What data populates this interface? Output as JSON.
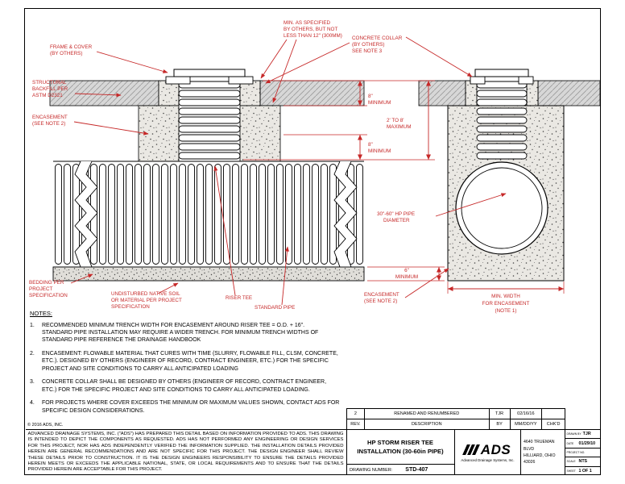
{
  "page": {
    "copyright": "© 2016 ADS, INC.",
    "notes_heading": "NOTES:",
    "notes": [
      {
        "num": "1.",
        "text": "RECOMMENDED MINIMUM TRENCH WIDTH FOR ENCASEMENT AROUND RISER TEE = O.D. + 16\".\nSTANDARD PIPE INSTALLATION MAY REQUIRE A WIDER TRENCH. FOR MINIMUM TRENCH WIDTHS OF\nSTANDARD PIPE REFERENCE THE DRAINAGE HANDBOOK"
      },
      {
        "num": "2.",
        "text": "ENCASEMENT: FLOWABLE MATERIAL THAT CURES WITH TIME (SLURRY, FLOWABLE FILL, CLSM, CONCRETE,\nETC.). DESIGNED BY OTHERS (ENGINEER OF RECORD, CONTRACT ENGINEER, ETC.) FOR THE SPECIFIC\nPROJECT AND SITE CONDITIONS TO CARRY ALL ANTICIPATED LOADING"
      },
      {
        "num": "3.",
        "text": "CONCRETE COLLAR SHALL BE DESIGNED BY OTHERS (ENGINEER OF RECORD, CONTRACT ENGINEER,\nETC.) FOR THE SPECIFIC PROJECT AND SITE CONDITIONS TO CARRY ALL ANTICIPATED LOADING."
      },
      {
        "num": "4.",
        "text": "FOR PROJECTS WHERE COVER EXCEEDS THE MINIMUM OR MAXIMUM VALUES SHOWN, CONTACT ADS FOR\nSPECIFIC DESIGN CONSIDERATIONS."
      }
    ],
    "disclaimer": "ADVANCED DRAINAGE SYSTEMS, INC. (\"ADS\") HAS PREPARED THIS DETAIL BASED ON INFORMATION PROVIDED TO ADS. THIS DRAWING IS INTENDED TO DEPICT THE COMPONENTS AS REQUESTED. ADS HAS NOT PERFORMED ANY ENGINEERING OR DESIGN SERVICES FOR THIS PROJECT, NOR HAS ADS INDEPENDENTLY VERIFIED THE INFORMATION SUPPLIED. THE INSTALLATION DETAILS PROVIDED HEREIN ARE GENERAL RECOMMENDATIONS AND ARE NOT SPECIFIC FOR THIS PROJECT. THE DESIGN ENGINEER SHALL REVIEW THESE DETAILS PRIOR TO CONSTRUCTION. IT IS THE DESIGN ENGINEERS RESPONSIBILITY TO ENSURE THE DETAILS PROVIDED HEREIN MEETS OR EXCEEDS THE APPLICABLE NATIONAL, STATE, OR LOCAL REQUIREMENTS AND TO ENSURE THAT THE DETAILS PROVIDED HEREIN ARE ACCEPTABLE FOR THIS PROJECT."
  },
  "annotations": {
    "frame_cover": [
      "FRAME & COVER",
      "(BY OTHERS)"
    ],
    "min_specified": [
      "MIN. AS SPECIFIED",
      "BY OTHERS, BUT NOT",
      "LESS THAN 12\" (300MM)"
    ],
    "concrete_collar": [
      "CONCRETE COLLAR",
      "(BY OTHERS)",
      "SEE NOTE 3"
    ],
    "structural_backfill": [
      "STRUCTURAL",
      "BACKFILL PER",
      "ASTM D2321"
    ],
    "encasement_left": [
      "ENCASEMENT",
      "(SEE NOTE 2)"
    ],
    "dim_8min_top": [
      "8\"",
      "MINIMUM"
    ],
    "dim_2to8": [
      "2' TO 8'",
      "MAXIMUM"
    ],
    "dim_8min_bottom": [
      "8\"",
      "MINIMUM"
    ],
    "pipe_diameter": [
      "30\"-60\" HP PIPE",
      "DIAMETER"
    ],
    "dim_6min": [
      "6\"",
      "MINIMUM"
    ],
    "bedding": [
      "BEDDING PER",
      "PROJECT",
      "SPECIFICATION"
    ],
    "undisturbed": [
      "UNDISTURBED NATIVE SOIL",
      "OR MATERIAL PER PROJECT",
      "SPECIFICATION"
    ],
    "riser_tee": [
      "RISER TEE"
    ],
    "standard_pipe": [
      "STANDARD PIPE"
    ],
    "encasement_right": [
      "ENCASEMENT",
      "(SEE NOTE 2)"
    ],
    "min_width": [
      "MIN. WIDTH",
      "FOR ENCASEMENT",
      "(NOTE 1)"
    ]
  },
  "title_block": {
    "rev_row": {
      "rev": "2",
      "description": "RENAMED AND RENUMBERED",
      "by": "TJR",
      "date": "02/16/16",
      "chkd": ""
    },
    "header": {
      "rev": "REV.",
      "description": "DESCRIPTION",
      "by": "BY",
      "date": "MM/DD/YY",
      "chkd": "CHK'D"
    },
    "title_line1": "HP STORM RISER TEE",
    "title_line2": "INSTALLATION (30-60in PIPE)",
    "logo_text": "ADS",
    "logo_subtext": "Advanced Drainage Systems, Inc.",
    "address_line1": "4640 TRUEMAN BLVD",
    "address_line2": "HILLIARD, OHIO 43026",
    "drawing_number_label": "DRAWING NUMBER:",
    "drawing_number": "STD-407",
    "fields": [
      {
        "label": "DRAWN BY",
        "value": "TJR"
      },
      {
        "label": "DATE",
        "value": "01/29/10"
      },
      {
        "label": "PROJECT NO.",
        "value": ""
      },
      {
        "label": "SCALE",
        "value": "NTS"
      },
      {
        "label": "SHEET",
        "value": "1 OF 1"
      }
    ]
  },
  "colors": {
    "annotation_red": "#c62828",
    "line_black": "#000000",
    "backfill_grey": "#d7d7d7"
  }
}
